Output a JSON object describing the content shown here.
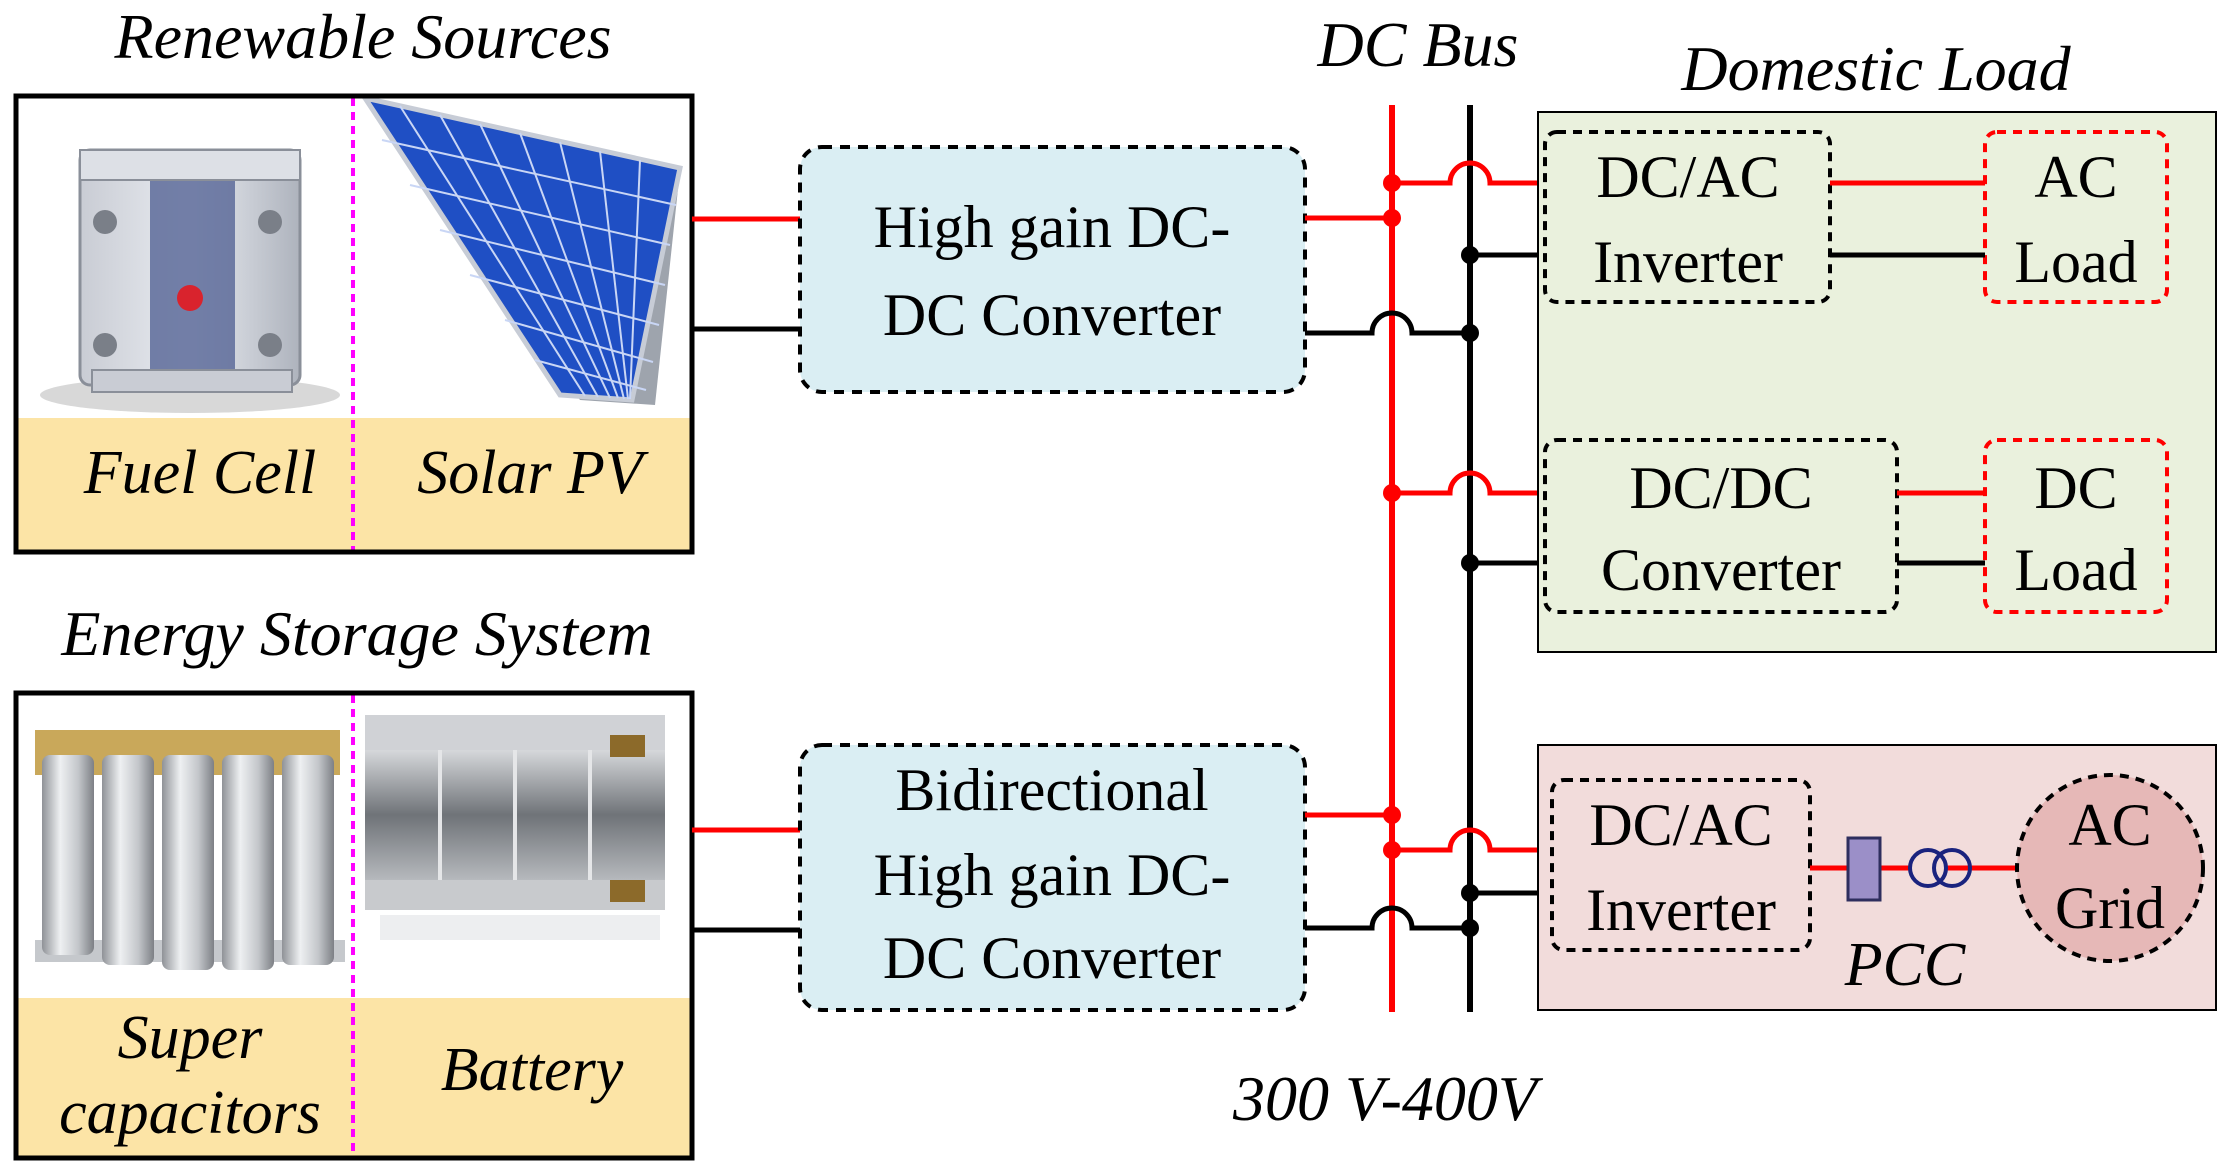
{
  "sections": {
    "renewable": {
      "title": "Renewable Sources",
      "left_label": "Fuel Cell",
      "right_label": "Solar PV"
    },
    "storage": {
      "title": "Energy Storage System",
      "left_label_line1": "Super",
      "left_label_line2": "capacitors",
      "right_label": "Battery"
    }
  },
  "converters": {
    "hg": {
      "line1": "High gain DC-",
      "line2": "DC Converter"
    },
    "bi": {
      "line1": "Bidirectional",
      "line2": "High gain DC-",
      "line3": "DC Converter"
    }
  },
  "bus": {
    "title": "DC Bus",
    "voltage": "300 V-400V"
  },
  "domestic": {
    "title": "Domestic Load",
    "inverter": {
      "line1": "DC/AC",
      "line2": "Inverter"
    },
    "ac_load": {
      "line1": "AC",
      "line2": "Load"
    },
    "dcdc": {
      "line1": "DC/DC",
      "line2": "Converter"
    },
    "dc_load": {
      "line1": "DC",
      "line2": "Load"
    }
  },
  "grid_panel": {
    "inverter": {
      "line1": "DC/AC",
      "line2": "Inverter"
    },
    "pcc": "PCC",
    "grid": {
      "line1": "AC",
      "line2": "Grid"
    }
  },
  "colors": {
    "positive_wire": "#ff0000",
    "negative_wire": "#000000",
    "converter_fill": "#daeef3",
    "domestic_fill": "#eaf1dd",
    "grid_fill": "#f2dcdb",
    "grid_circle_fill": "#e6b8b7",
    "label_band": "#fce4a6",
    "divider": "#ff00ff"
  },
  "icons": {
    "fuel_cell": "fuel-cell-stack-image",
    "solar_pv": "solar-panel-image",
    "supercapacitors": "supercapacitor-bank-image",
    "battery": "battery-module-image",
    "pcc_breaker": "breaker-icon",
    "transformer": "transformer-icon"
  }
}
